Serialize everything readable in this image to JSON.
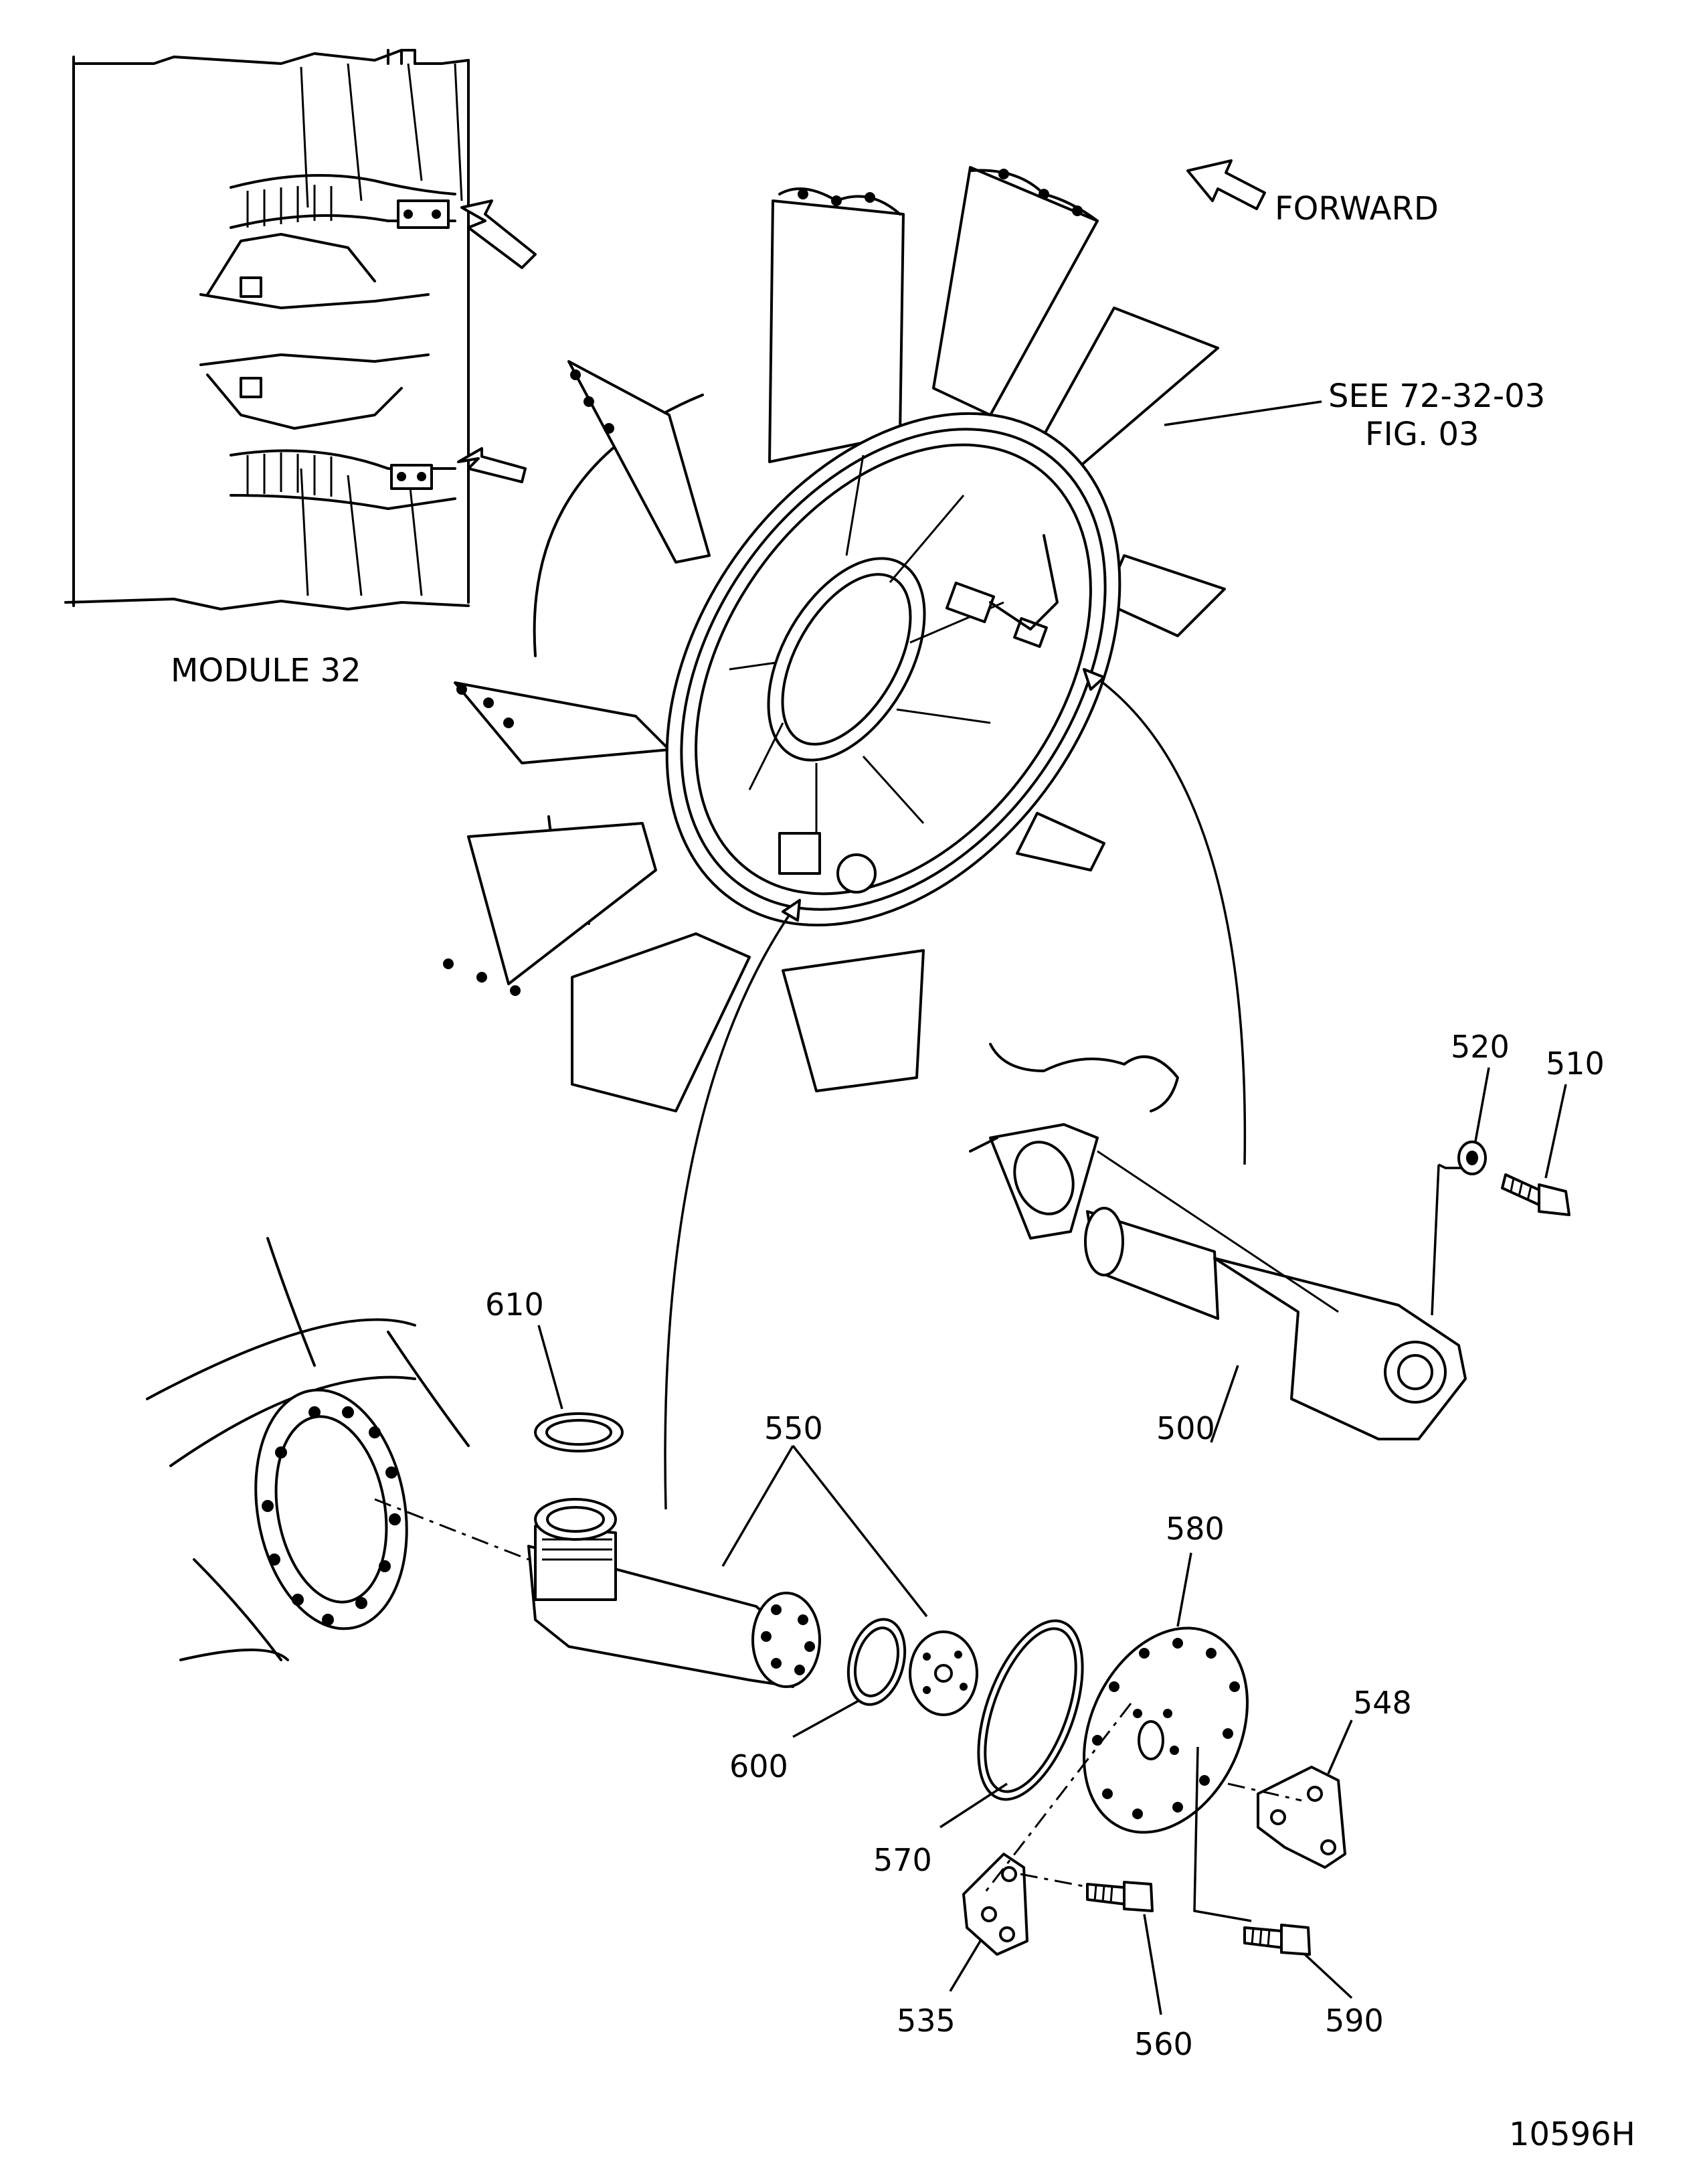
{
  "figure": {
    "direction_label": "FORWARD",
    "reference_line1": "SEE  72-32-03",
    "reference_line2": "FIG.  03",
    "inset_caption": "MODULE  32",
    "drawing_number": "10596H"
  },
  "callouts": {
    "c500": "500",
    "c510": "510",
    "c520": "520",
    "c535": "535",
    "c548": "548",
    "c550": "550",
    "c560": "560",
    "c570": "570",
    "c580": "580",
    "c590": "590",
    "c600": "600",
    "c610": "610"
  }
}
